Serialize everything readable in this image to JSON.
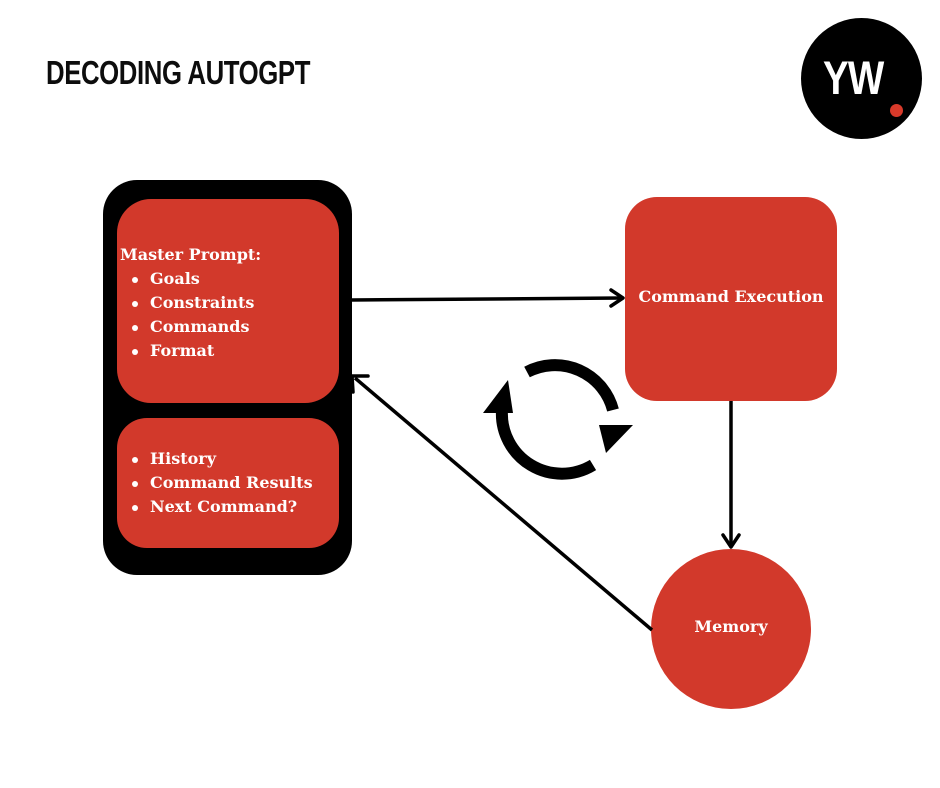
{
  "header": {
    "title": "DECODING AUTOGPT",
    "logo_text": "YW"
  },
  "prompt_panel": {
    "master_heading": "Master Prompt:",
    "master_items": [
      "Goals",
      "Constraints",
      "Commands",
      "Format"
    ],
    "history_items": [
      "History",
      "Command Results",
      "Next Command?"
    ]
  },
  "nodes": {
    "command_execution": "Command Execution",
    "memory": "Memory"
  },
  "icons": {
    "cycle": "cycle-arrows-icon"
  },
  "colors": {
    "accent_red": "#d2392b",
    "logo_dot": "#d83a2a",
    "panel": "#000000",
    "text": "#ffffff"
  }
}
